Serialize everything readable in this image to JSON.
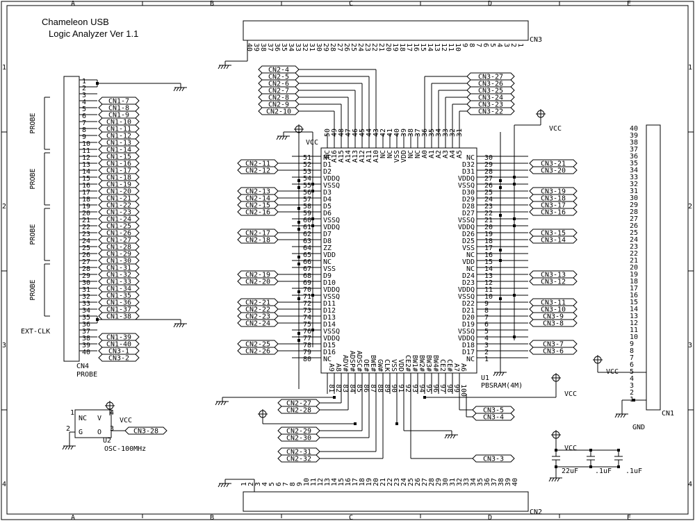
{
  "title": {
    "line1": "Chameleon USB",
    "line2": "Logic Analyzer Ver 1.1"
  },
  "border": {
    "cols": [
      "A",
      "B",
      "C",
      "D",
      "E"
    ],
    "rows": [
      "1",
      "2",
      "3",
      "4"
    ]
  },
  "power": {
    "vcc": "VCC",
    "gnd": "GND"
  },
  "cn4": {
    "ref": "CN4",
    "name": "PROBE",
    "pins": [
      "1",
      "2",
      "3",
      "4",
      "5",
      "6",
      "7",
      "8",
      "9",
      "10",
      "11",
      "12",
      "13",
      "14",
      "15",
      "16",
      "17",
      "18",
      "19",
      "20",
      "21",
      "22",
      "23",
      "24",
      "25",
      "26",
      "27",
      "28",
      "29",
      "30",
      "31",
      "32",
      "33",
      "34",
      "35",
      "36",
      "37",
      "38",
      "39",
      "40"
    ],
    "probe_label": "PROBE",
    "ext_clk": "EXT-CLK",
    "tags": [
      "CN1-7",
      "CN1-8",
      "CN1-9",
      "CN1-10",
      "CN1-11",
      "CN1-12",
      "CN1-13",
      "CN1-14",
      "CN1-15",
      "CN1-16",
      "CN1-17",
      "CN1-18",
      "CN1-19",
      "CN1-20",
      "CN1-21",
      "CN1-22",
      "CN1-23",
      "CN1-24",
      "CN1-25",
      "CN1-26",
      "CN1-27",
      "CN1-28",
      "CN1-29",
      "CN1-30",
      "CN1-31",
      "CN1-32",
      "CN1-33",
      "CN1-34",
      "CN1-35",
      "CN1-36",
      "CN1-37",
      "CN1-38"
    ],
    "tags_bottom": [
      "CN1-39",
      "CN1-40",
      "CN3-1",
      "CN3-2"
    ]
  },
  "cn3": {
    "ref": "CN3",
    "pins": [
      "40",
      "39",
      "38",
      "37",
      "36",
      "35",
      "34",
      "33",
      "32",
      "31",
      "30",
      "29",
      "28",
      "27",
      "26",
      "25",
      "24",
      "23",
      "22",
      "21",
      "20",
      "19",
      "18",
      "17",
      "16",
      "15",
      "14",
      "13",
      "12",
      "11",
      "10",
      "9",
      "8",
      "7",
      "6",
      "5",
      "4",
      "3",
      "2",
      "1"
    ]
  },
  "cn2": {
    "ref": "CN2",
    "pins": [
      "1",
      "2",
      "3",
      "4",
      "5",
      "6",
      "7",
      "8",
      "9",
      "10",
      "11",
      "12",
      "13",
      "14",
      "15",
      "16",
      "17",
      "18",
      "19",
      "20",
      "21",
      "22",
      "23",
      "24",
      "25",
      "26",
      "27",
      "28",
      "29",
      "30",
      "31",
      "32",
      "33",
      "34",
      "35",
      "36",
      "37",
      "38",
      "39",
      "40"
    ]
  },
  "cn1": {
    "ref": "CN1",
    "pins": [
      "40",
      "39",
      "38",
      "37",
      "36",
      "35",
      "34",
      "33",
      "32",
      "31",
      "30",
      "29",
      "28",
      "27",
      "26",
      "25",
      "24",
      "23",
      "22",
      "21",
      "20",
      "19",
      "18",
      "17",
      "16",
      "15",
      "14",
      "13",
      "12",
      "11",
      "10",
      "9",
      "8",
      "7",
      "6",
      "5",
      "4",
      "3",
      "2",
      "1"
    ]
  },
  "u1": {
    "ref": "U1",
    "name": "PBSRAM(4M)",
    "top_pins": [
      "50",
      "49",
      "48",
      "47",
      "46",
      "45",
      "44",
      "43",
      "42",
      "41",
      "40",
      "39",
      "38",
      "37",
      "36",
      "35",
      "34",
      "33",
      "32",
      "31"
    ],
    "top_names": [
      "NC",
      "A16",
      "A15",
      "A14",
      "A13",
      "A12",
      "A11",
      "A10",
      "NC",
      "NC",
      "VSS",
      "VDD",
      "NC",
      "NC",
      "A0",
      "A1",
      "A2",
      "A3",
      "A4",
      "A5"
    ],
    "left_pins": [
      "51",
      "52",
      "53",
      "54",
      "55",
      "56",
      "57",
      "58",
      "59",
      "60",
      "61",
      "62",
      "63",
      "64",
      "65",
      "66",
      "67",
      "68",
      "69",
      "70",
      "71",
      "72",
      "73",
      "74",
      "75",
      "76",
      "77",
      "78",
      "79",
      "80"
    ],
    "left_names": [
      "NC",
      "D1",
      "D2",
      "VDDQ",
      "VSSQ",
      "D3",
      "D4",
      "D5",
      "D6",
      "VSSQ",
      "VDDQ",
      "D7",
      "D8",
      "ZZ",
      "VDD",
      "NC",
      "VSS",
      "D9",
      "D10",
      "VDDQ",
      "VSSQ",
      "D11",
      "D12",
      "D13",
      "D14",
      "VSSQ",
      "VDDQ",
      "D15",
      "D16",
      "NC"
    ],
    "right_pins": [
      "30",
      "29",
      "28",
      "27",
      "26",
      "25",
      "24",
      "23",
      "22",
      "21",
      "20",
      "19",
      "18",
      "17",
      "16",
      "15",
      "14",
      "13",
      "12",
      "11",
      "10",
      "9",
      "8",
      "7",
      "6",
      "5",
      "4",
      "3",
      "2",
      "1"
    ],
    "right_names": [
      "NC",
      "D32",
      "D31",
      "VDDQ",
      "VSSQ",
      "D30",
      "D29",
      "D28",
      "D27",
      "VSSQ",
      "VDDQ",
      "D26",
      "D25",
      "VSS",
      "NC",
      "VDD",
      "NC",
      "D24",
      "D23",
      "VDDQ",
      "VSSQ",
      "D22",
      "D21",
      "D20",
      "D19",
      "VSSQ",
      "VDDQ",
      "D18",
      "D17",
      "NC"
    ],
    "bottom_pins": [
      "81",
      "82",
      "83",
      "84",
      "85",
      "86",
      "87",
      "88",
      "89",
      "90",
      "91",
      "92",
      "93",
      "94",
      "95",
      "96",
      "97",
      "98",
      "99",
      "100"
    ],
    "bottom_names": [
      "A9",
      "A8",
      "ADV#",
      "ADSP#",
      "ADSC#",
      "OE#",
      "BWE#",
      "GW#",
      "CLK",
      "VSS",
      "VDD",
      "CE2#",
      "BW1#",
      "BW2#",
      "BW3#",
      "BW4#",
      "CE2",
      "CE#",
      "A7",
      "A6"
    ],
    "top_left_tags": [
      "CN2-4",
      "CN2-5",
      "CN2-6",
      "CN2-7",
      "CN2-8",
      "CN2-9",
      "CN2-10"
    ],
    "top_right_tags": [
      "CN3-27",
      "CN3-26",
      "CN3-25",
      "CN3-24",
      "CN3-23",
      "CN3-22"
    ],
    "left_tags": [
      "CN2-11",
      "CN2-12",
      "CN2-13",
      "CN2-14",
      "CN2-15",
      "CN2-16",
      "CN2-17",
      "CN2-18",
      "CN2-19",
      "CN2-20",
      "CN2-21",
      "CN2-22",
      "CN2-23",
      "CN2-24",
      "CN2-25",
      "CN2-26"
    ],
    "right_tags": [
      "CN3-21",
      "CN3-20",
      "CN3-19",
      "CN3-18",
      "CN3-17",
      "CN3-16",
      "CN3-15",
      "CN3-14",
      "CN3-13",
      "CN3-12",
      "CN3-11",
      "CN3-10",
      "CN3-9",
      "CN3-8",
      "CN3-7",
      "CN3-6"
    ],
    "bottom_tags": [
      "CN2-27",
      "CN2-28",
      "CN2-29",
      "CN2-30",
      "CN2-31",
      "CN2-32",
      "CN3-5",
      "CN3-4",
      "CN3-3"
    ]
  },
  "u2": {
    "ref": "U2",
    "name": "OSC-100MHz",
    "pin_nc": "NC",
    "pin_v": "V",
    "pin_g": "G",
    "pin_o": "O",
    "pin_nums": [
      "1",
      "2",
      "3",
      "4"
    ],
    "out_tag": "CN3-28"
  },
  "caps": {
    "values": [
      "22uF",
      ".1uF",
      ".1uF"
    ]
  }
}
